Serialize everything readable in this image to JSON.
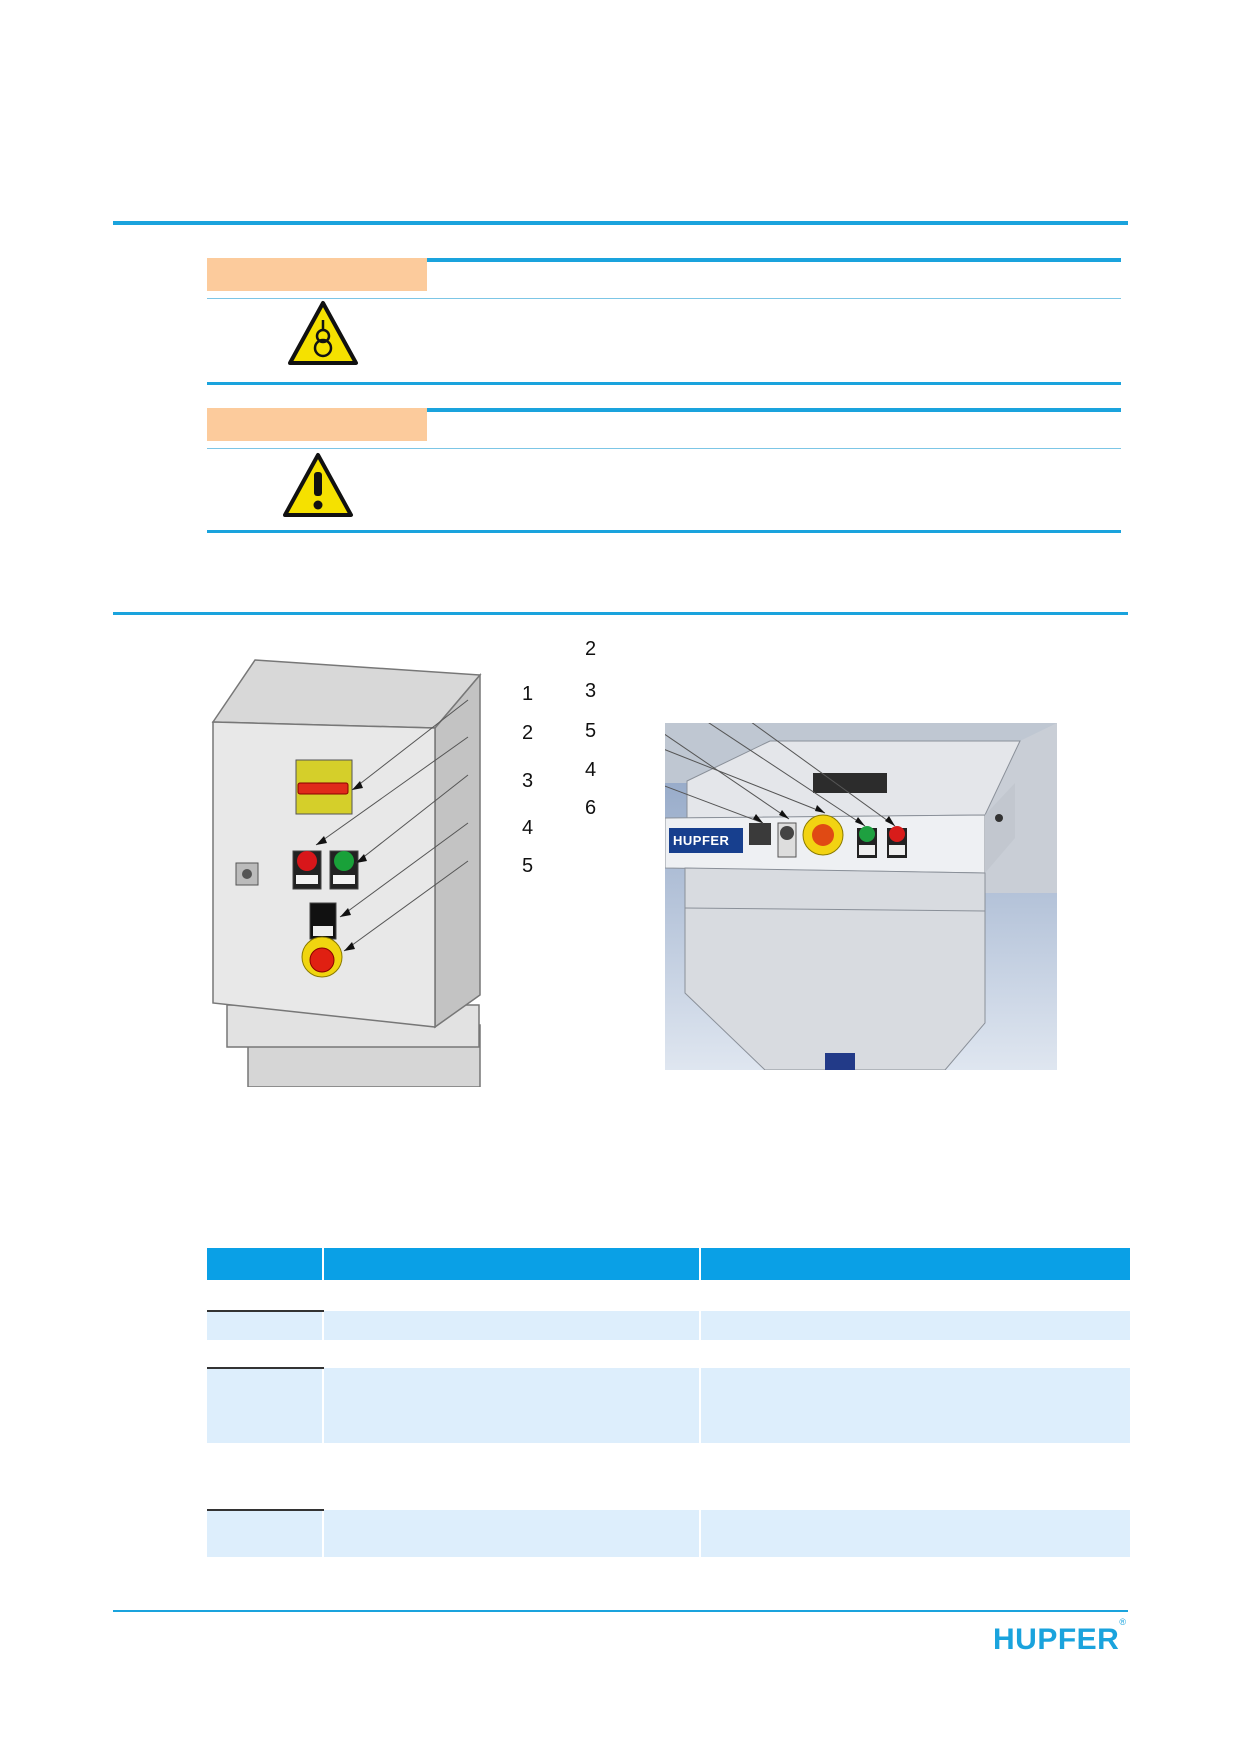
{
  "figure_left": {
    "callouts": [
      "1",
      "2",
      "3",
      "4",
      "5"
    ]
  },
  "figure_right": {
    "callouts": [
      "2",
      "3",
      "5",
      "4",
      "6"
    ],
    "brand_plate": "HUPFER"
  },
  "footer": {
    "logo_text": "HUPFER",
    "logo_mark": "®"
  },
  "icons": {
    "warning_1": "crush-hazard-warning-icon",
    "warning_2": "general-warning-icon"
  },
  "colors": {
    "accent": "#1aa3dd",
    "warning_label": "#fccb9c",
    "table_header": "#0aa0e6",
    "table_stripe": "#ddeefc"
  }
}
